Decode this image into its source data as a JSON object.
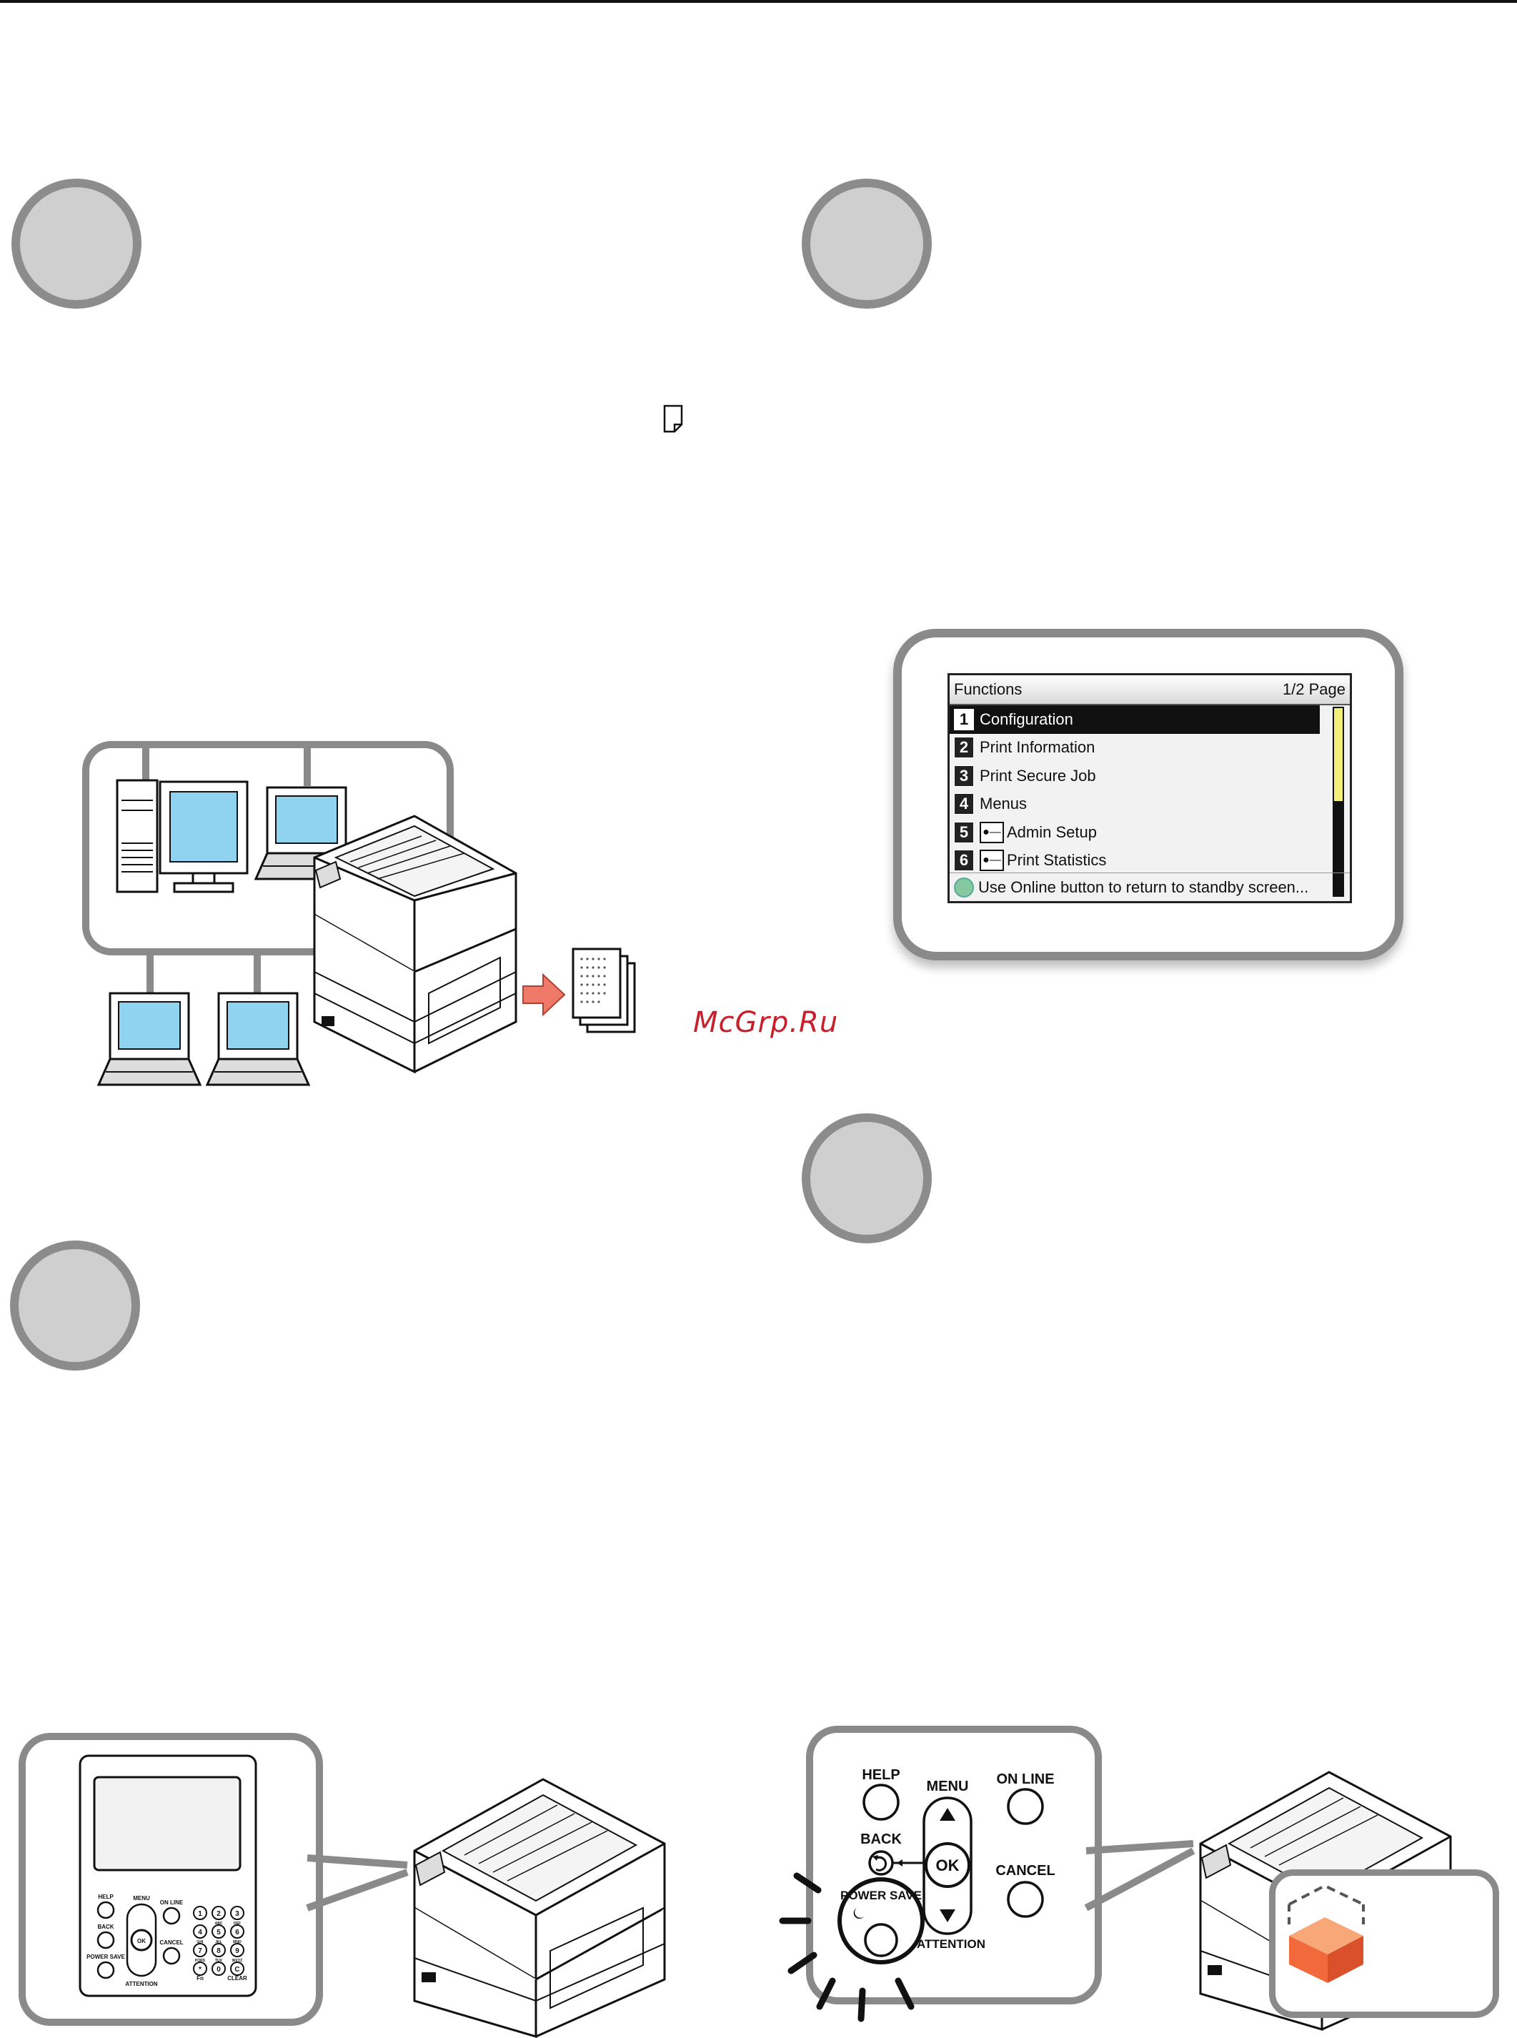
{
  "watermark": "McGrp.Ru",
  "lcd": {
    "header_title": "Functions",
    "header_page": "1/2 Page",
    "items": [
      {
        "num": "1",
        "label": "Configuration",
        "selected": true,
        "locked": false
      },
      {
        "num": "2",
        "label": "Print Information",
        "selected": false,
        "locked": false
      },
      {
        "num": "3",
        "label": "Print Secure Job",
        "selected": false,
        "locked": false
      },
      {
        "num": "4",
        "label": "Menus",
        "selected": false,
        "locked": false
      },
      {
        "num": "5",
        "label": "Admin Setup",
        "selected": false,
        "locked": true
      },
      {
        "num": "6",
        "label": "Print Statistics",
        "selected": false,
        "locked": true
      }
    ],
    "footer": "Use Online button to return to standby screen..."
  },
  "panel_small": {
    "help": "HELP",
    "menu": "MENU",
    "online": "ON LINE",
    "back": "BACK",
    "ok": "OK",
    "cancel": "CANCEL",
    "power_save": "POWER SAVE",
    "attention": "ATTENTION",
    "fn": "Fn",
    "clear": "CLEAR",
    "keys": [
      "1",
      "2",
      "3",
      "4",
      "5",
      "6",
      "7",
      "8",
      "9",
      "*",
      "0",
      "C"
    ],
    "key_sublabels": [
      "ABC",
      "DEF",
      "GHI",
      "JKL",
      "MNO",
      "PQRS",
      "TUV",
      "WXYZ"
    ]
  },
  "panel_large": {
    "help": "HELP",
    "menu": "MENU",
    "online": "ON LINE",
    "back": "BACK",
    "ok": "OK",
    "cancel": "CANCEL",
    "power_save": "POWER SAVE",
    "attention": "ATTENTION"
  },
  "colors": {
    "frame_gray": "#8a8a8a",
    "screen_blue": "#8fd3f0",
    "arrow_red": "#f07a6a",
    "cube_orange": "#f26a3c",
    "watermark_red": "#c8202a"
  }
}
